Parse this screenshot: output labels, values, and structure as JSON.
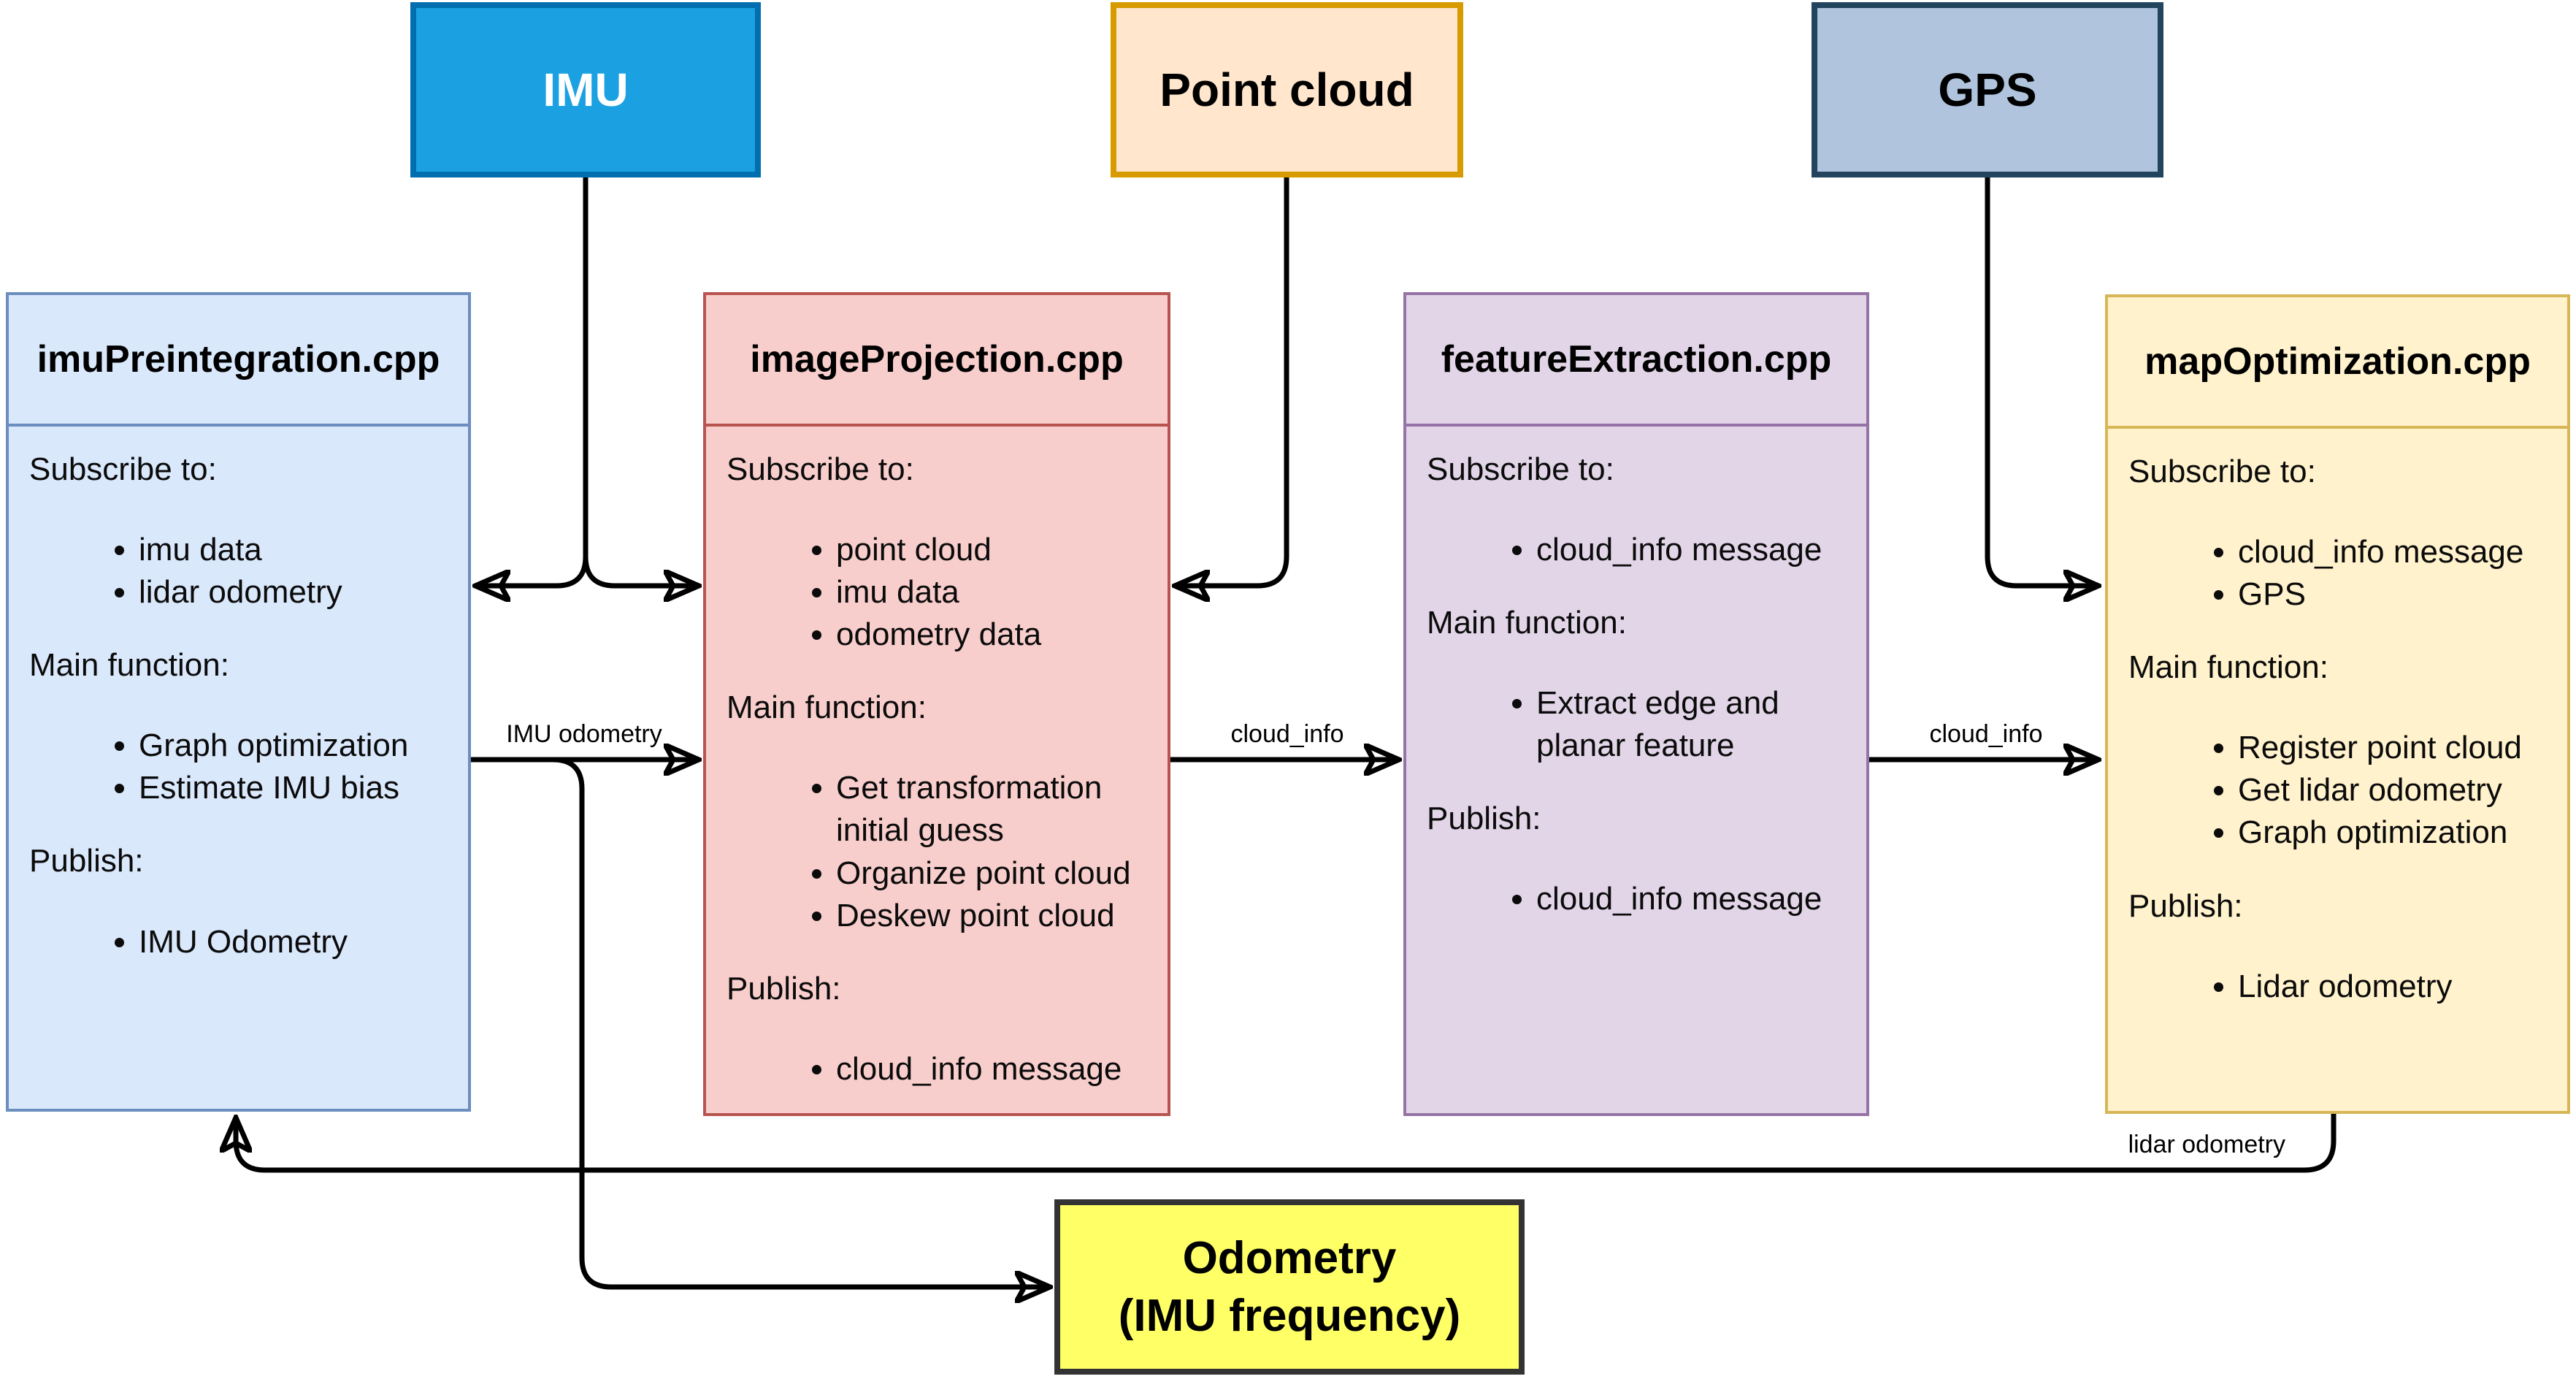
{
  "sources": [
    {
      "label": "IMU",
      "fill": "#1BA1E2",
      "border": "#006EAF",
      "text_color": "#FFFFFF"
    },
    {
      "label": "Point cloud",
      "fill": "#FFE6CC",
      "border": "#D79B00",
      "text_color": "#000000"
    },
    {
      "label": "GPS",
      "fill": "#B0C4DE",
      "border": "#23445D",
      "text_color": "#000000"
    }
  ],
  "modules": [
    {
      "title": "imuPreintegration.cpp",
      "fill": "#DAE8FC",
      "border": "#6C8EBF",
      "sections": [
        {
          "label": "Subscribe to:",
          "items": [
            "imu data",
            "lidar odometry"
          ]
        },
        {
          "label": "Main function:",
          "items": [
            "Graph optimization",
            "Estimate IMU bias"
          ]
        },
        {
          "label": "Publish:",
          "items": [
            "IMU Odometry"
          ]
        }
      ]
    },
    {
      "title": "imageProjection.cpp",
      "fill": "#F8CECC",
      "border": "#B85450",
      "sections": [
        {
          "label": "Subscribe to:",
          "items": [
            "point cloud",
            "imu data",
            "odometry data"
          ]
        },
        {
          "label": "Main function:",
          "items": [
            "Get transformation initial guess",
            "Organize point cloud",
            "Deskew point cloud"
          ]
        },
        {
          "label": "Publish:",
          "items": [
            "cloud_info message"
          ]
        }
      ]
    },
    {
      "title": "featureExtraction.cpp",
      "fill": "#E1D5E7",
      "border": "#9673A6",
      "sections": [
        {
          "label": "Subscribe to:",
          "items": [
            "cloud_info message"
          ]
        },
        {
          "label": "Main function:",
          "items": [
            "Extract edge and planar feature"
          ]
        },
        {
          "label": "Publish:",
          "items": [
            "cloud_info message"
          ]
        }
      ]
    },
    {
      "title": "mapOptimization.cpp",
      "fill": "#FFF2CC",
      "border": "#D6B656",
      "sections": [
        {
          "label": "Subscribe to:",
          "items": [
            "cloud_info message",
            "GPS"
          ]
        },
        {
          "label": "Main function:",
          "items": [
            "Register point cloud",
            "Get lidar odometry",
            "Graph optimization"
          ]
        },
        {
          "label": "Publish:",
          "items": [
            "Lidar odometry"
          ]
        }
      ]
    }
  ],
  "sink": {
    "line1": "Odometry",
    "line2": "(IMU frequency)",
    "fill": "#FFFF66",
    "border": "#333333"
  },
  "edge_labels": {
    "imu_odometry": "IMU odometry",
    "cloud_info_1": "cloud_info",
    "cloud_info_2": "cloud_info",
    "lidar_odometry": "lidar odometry"
  },
  "edge_color": "#000000"
}
